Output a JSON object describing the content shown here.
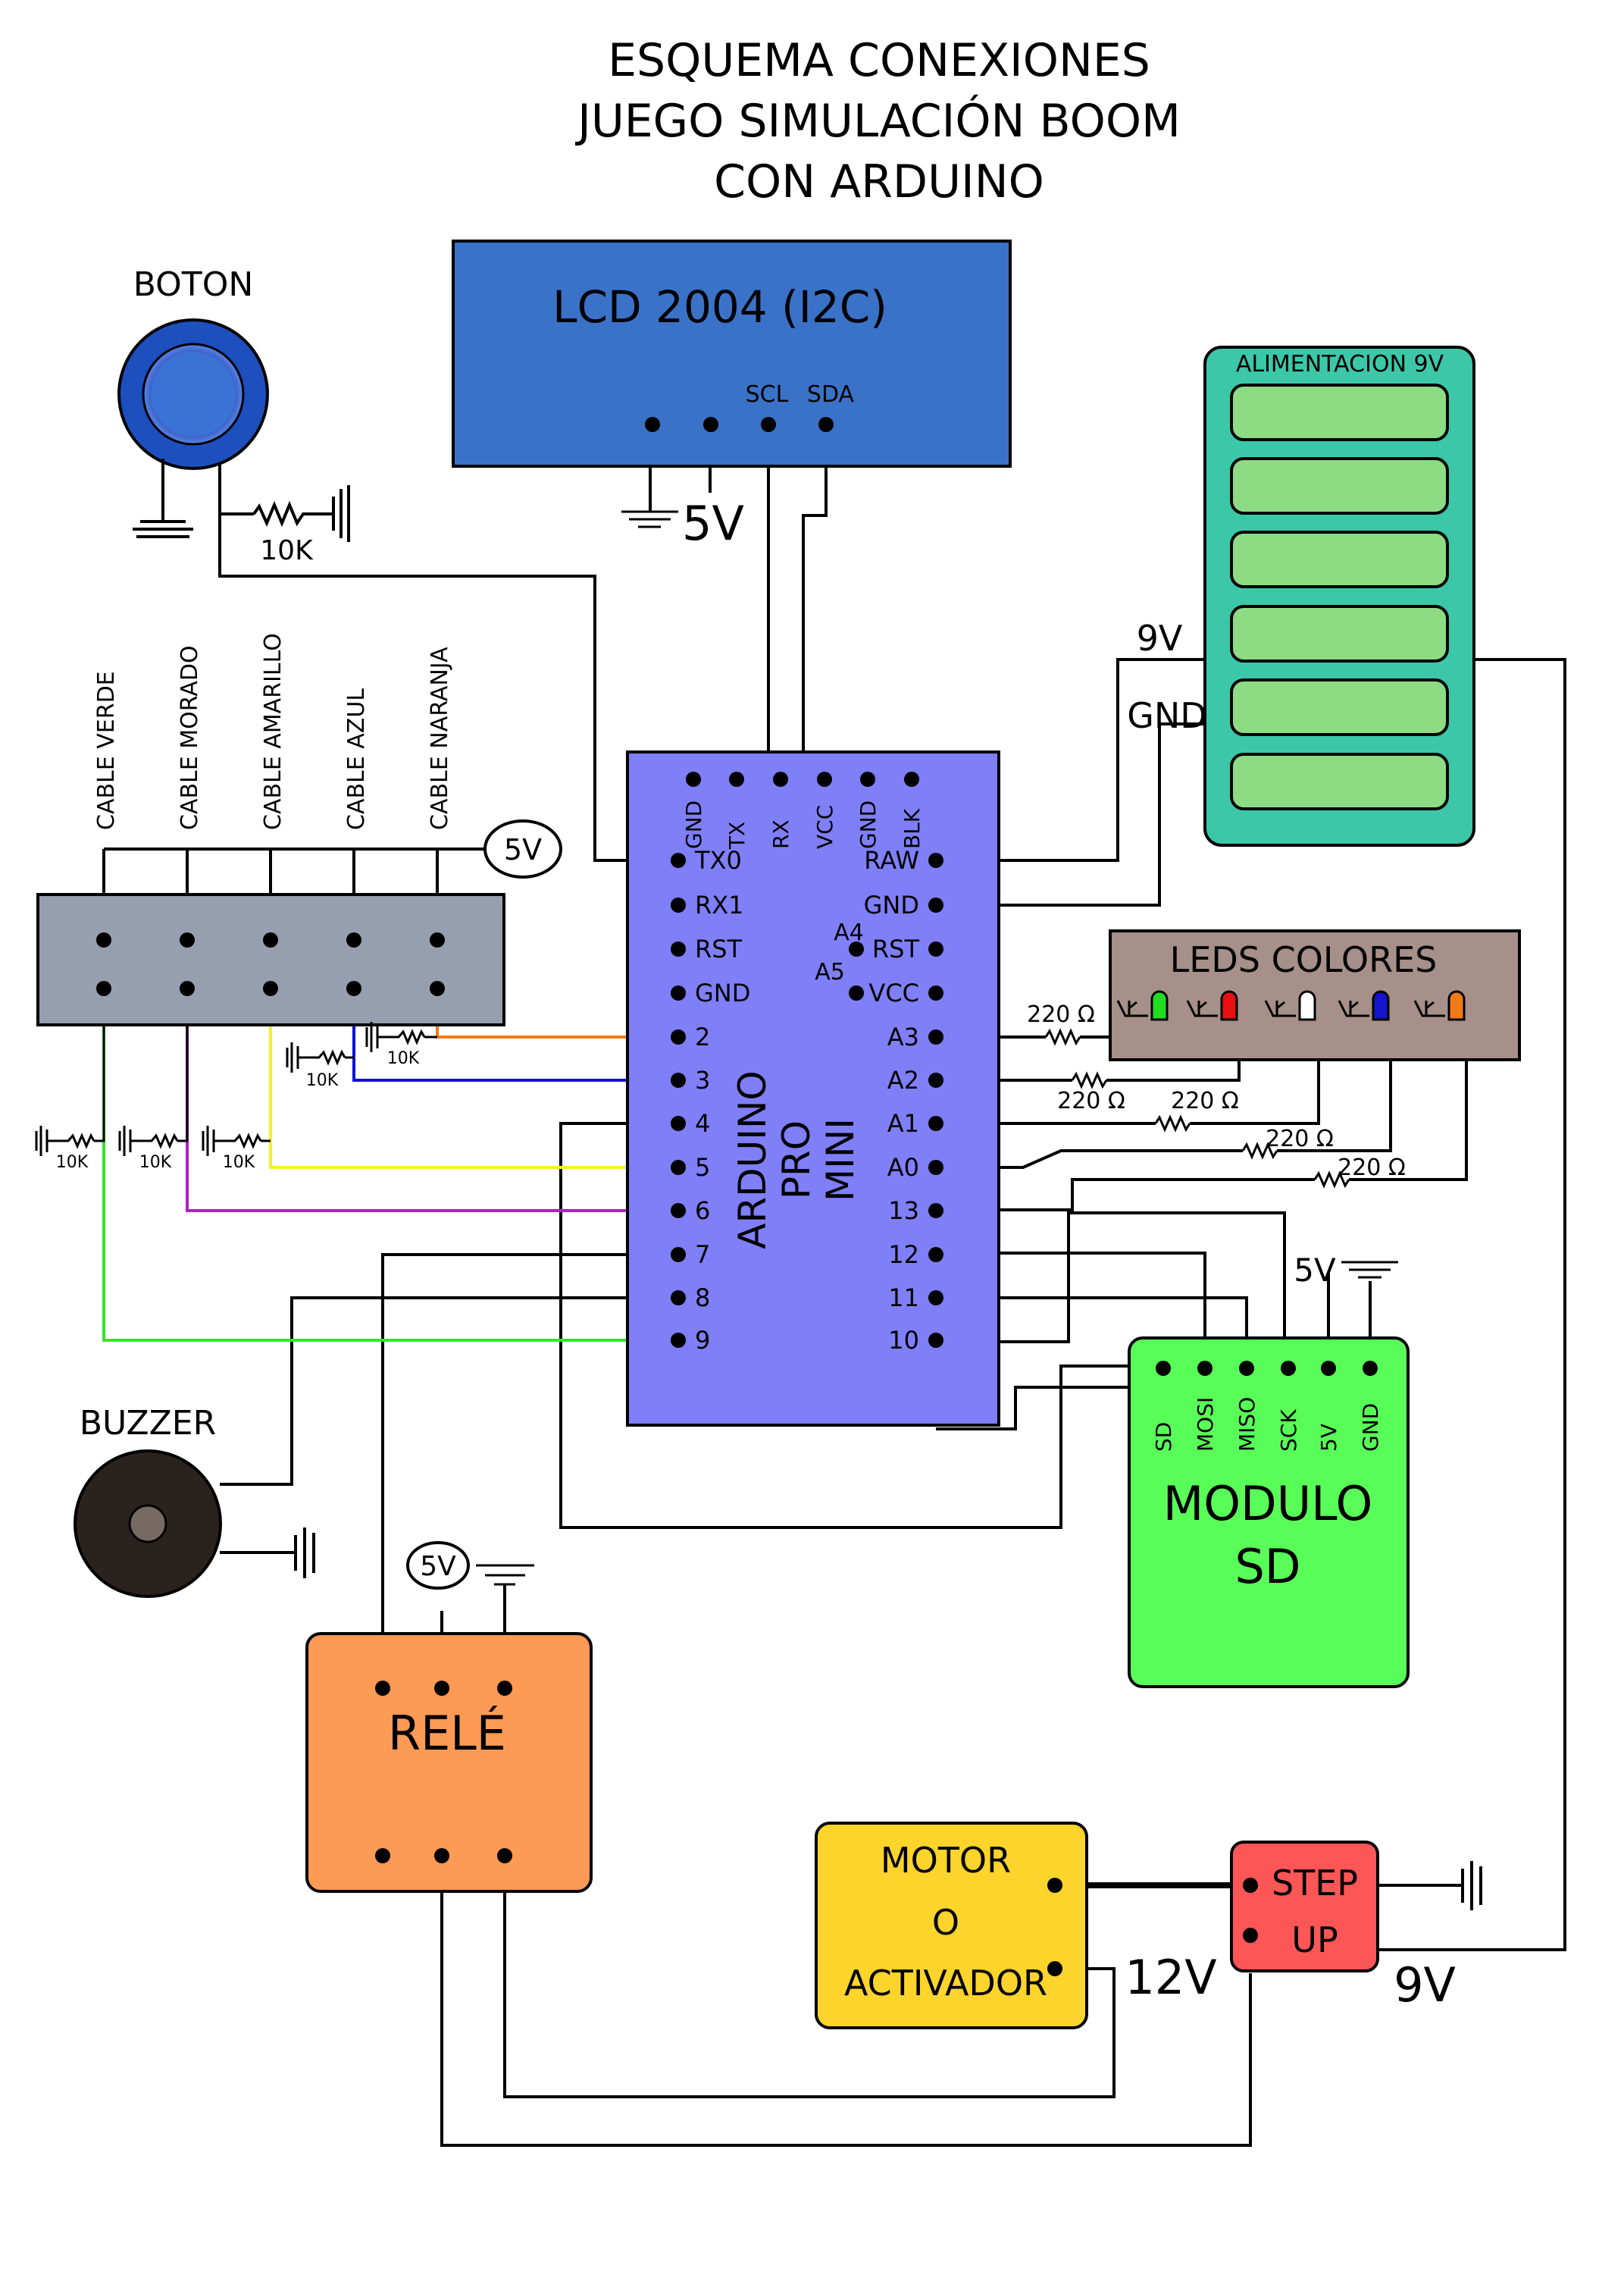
{
  "title": {
    "line1": "ESQUEMA CONEXIONES",
    "line2": "JUEGO SIMULACIÓN BOOM",
    "line3": "CON ARDUINO"
  },
  "lcd": {
    "label": "LCD 2004 (I2C)",
    "pin_scl": "SCL",
    "pin_sda": "SDA",
    "supply": "5V"
  },
  "button": {
    "label": "BOTON",
    "resistor": "10K"
  },
  "battery": {
    "label": "ALIMENTACION 9V",
    "v_label": "9V",
    "gnd_label": "GND"
  },
  "cables": {
    "labels": [
      "CABLE VERDE",
      "CABLE MORADO",
      "CABLE AMARILLO",
      "CABLE AZUL",
      "CABLE NARANJA"
    ],
    "supply": "5V",
    "pulldown": [
      "10K",
      "10K",
      "10K",
      "10K",
      "10K"
    ],
    "colors": [
      "#2ee82e",
      "#b21fc8",
      "#f2f22a",
      "#1010d8",
      "#f07a1a"
    ]
  },
  "arduino": {
    "label_lines": [
      "ARDUINO",
      "PRO",
      "MINI"
    ],
    "top_pins": [
      "GND",
      "TX",
      "RX",
      "VCC",
      "GND",
      "BLK"
    ],
    "left_pins": [
      "TX0",
      "RX1",
      "RST",
      "GND",
      "2",
      "3",
      "4",
      "5",
      "6",
      "7",
      "8",
      "9"
    ],
    "right_pins": [
      "RAW",
      "GND",
      "RST",
      "VCC",
      "A3",
      "A2",
      "A1",
      "A0",
      "13",
      "12",
      "11",
      "10"
    ],
    "i2c_a4": "A4",
    "i2c_a5": "A5"
  },
  "leds": {
    "label": "LEDS COLORES",
    "colors": [
      "#22dd22",
      "#e81010",
      "#ffffff",
      "#1515cc",
      "#f07a1a"
    ],
    "resistors": [
      "220 Ω",
      "220 Ω",
      "220 Ω",
      "220 Ω",
      "220 Ω"
    ]
  },
  "sd": {
    "label_lines": [
      "MODULO",
      "SD"
    ],
    "pins": [
      "SD",
      "MOSI",
      "MISO",
      "SCK",
      "5V",
      "GND"
    ],
    "supply": "5V"
  },
  "buzzer": {
    "label": "BUZZER"
  },
  "relay": {
    "label": "RELÉ",
    "supply": "5V"
  },
  "motor": {
    "label_lines": [
      "MOTOR",
      "O",
      "ACTIVADOR"
    ],
    "v_label": "12V"
  },
  "stepup": {
    "label_lines": [
      "STEP",
      "UP"
    ],
    "v_label": "9V"
  }
}
